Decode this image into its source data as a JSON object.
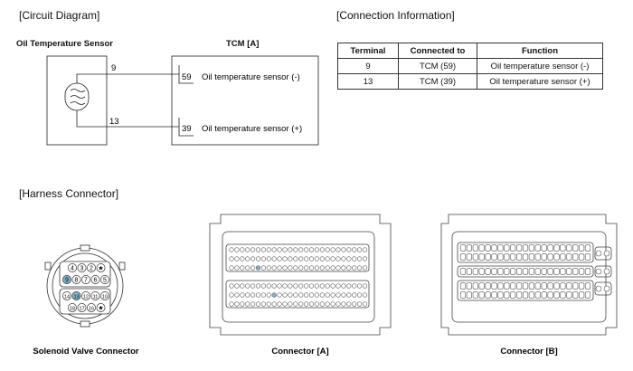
{
  "sections": {
    "circuit": "[Circuit Diagram]",
    "connection": "[Connection Information]",
    "harness": "[Harness Connector]"
  },
  "circuit": {
    "sensor_title": "Oil Temperature Sensor",
    "tcm_title": "TCM [A]",
    "wire_top_num": "9",
    "wire_bottom_num": "13",
    "tcm_pin_top": "59",
    "tcm_pin_bottom": "39",
    "tcm_text_top": "Oil temperature sensor (-)",
    "tcm_text_bottom": "Oil temperature sensor (+)"
  },
  "table": {
    "headers": [
      "Terminal",
      "Connected to",
      "Function"
    ],
    "rows": [
      [
        "9",
        "TCM (59)",
        "Oil temperature sensor (-)"
      ],
      [
        "13",
        "TCM (39)",
        "Oil temperature sensor (+)"
      ]
    ]
  },
  "connectors": {
    "solenoid_label": "Solenoid Valve Connector",
    "a_label": "Connector [A]",
    "b_label": "Connector [B]",
    "solenoid_pins_row1": [
      "4",
      "3",
      "2",
      "★"
    ],
    "solenoid_pins_row2": [
      "9",
      "8",
      "7",
      "6",
      "5"
    ],
    "solenoid_pins_row3": [
      "14",
      "13",
      "12",
      "11",
      "10"
    ],
    "solenoid_pins_row4": [
      "18",
      "17",
      "16",
      "★"
    ]
  },
  "colors": {
    "highlight": "#7fb6c9",
    "line": "#222222"
  }
}
